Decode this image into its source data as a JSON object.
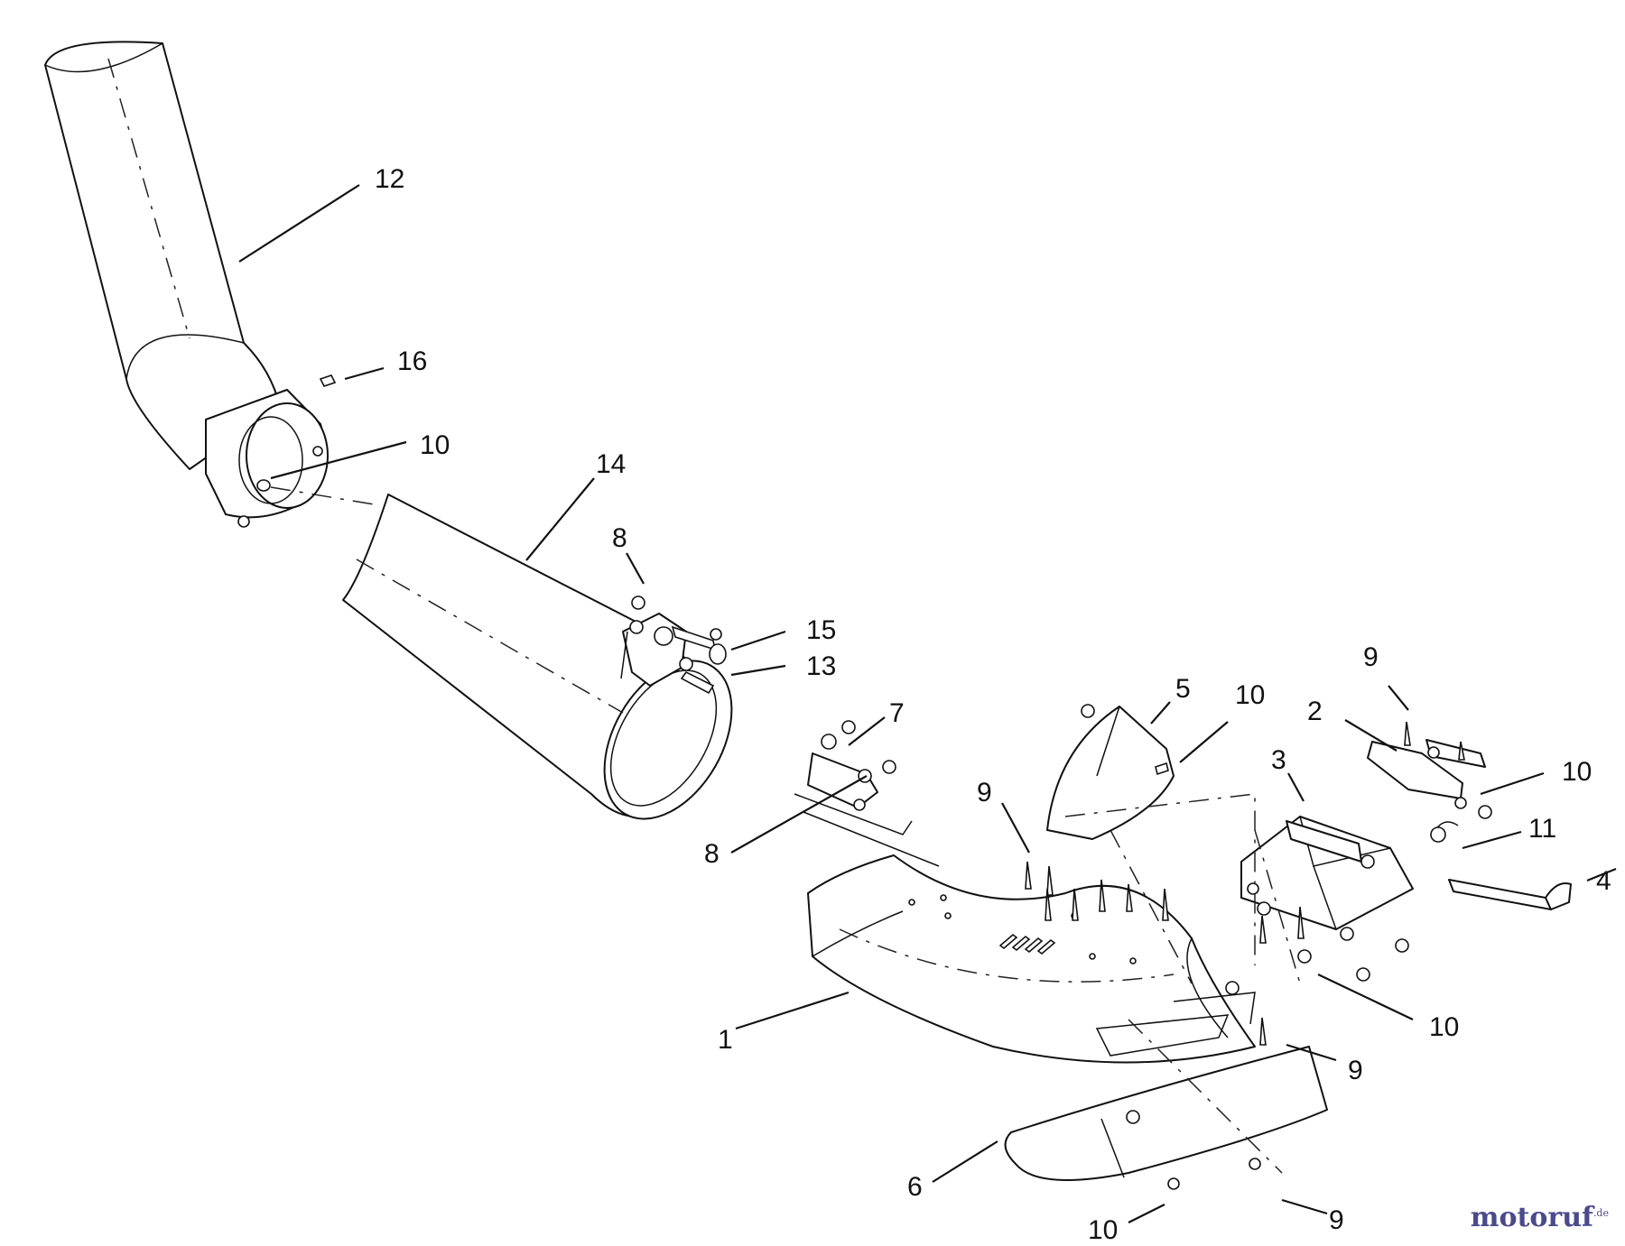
{
  "callouts": {
    "c12": "12",
    "c16": "16",
    "c10a": "10",
    "c14": "14",
    "c8a": "8",
    "c15": "15",
    "c13": "13",
    "c7": "7",
    "c8b": "8",
    "c5": "5",
    "c10b": "10",
    "c9a": "9",
    "c2": "2",
    "c3": "3",
    "c10c": "10",
    "c11": "11",
    "c4": "4",
    "c1": "1",
    "c10d": "10",
    "c9b": "9",
    "c6": "6",
    "c10e": "10",
    "c9c": "9",
    "c9d": "9"
  },
  "watermark": {
    "part1": "motoruf",
    "part2": ".de"
  },
  "colors": {
    "line": "#111111",
    "watermark_blue": "#4a4a8c",
    "watermark_orange": "#d07a14"
  }
}
